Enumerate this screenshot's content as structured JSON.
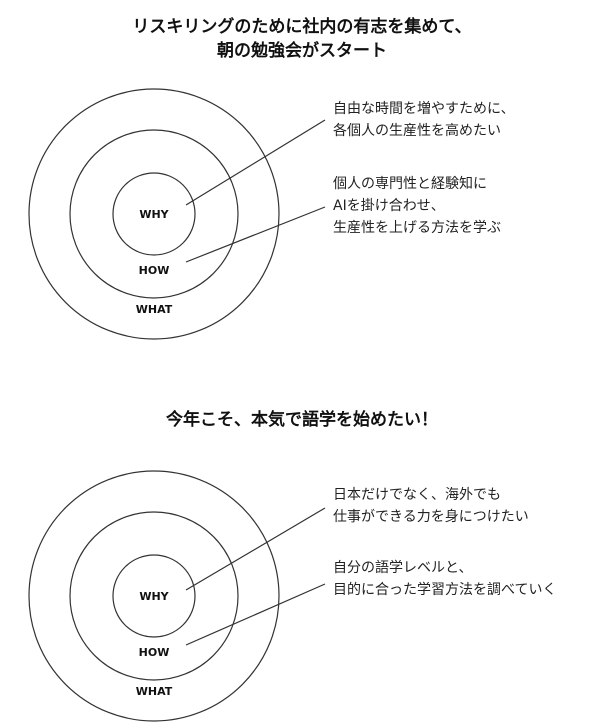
{
  "diagrams": [
    {
      "title_lines": [
        "リスキリングのために社内の有志を集めて、",
        "朝の勉強会がスタート"
      ],
      "labels": {
        "why": "WHY",
        "how": "HOW",
        "what": "WHAT"
      },
      "why_text": [
        "自由な時間を増やすために、",
        "各個人の生産性を高めたい"
      ],
      "how_text": [
        "個人の専門性と経験知に",
        "AIを掛け合わせ、",
        "生産性を上げる方法を学ぶ"
      ]
    },
    {
      "title_lines": [
        "今年こそ、本気で語学を始めたい！"
      ],
      "labels": {
        "why": "WHY",
        "how": "HOW",
        "what": "WHAT"
      },
      "why_text": [
        "日本だけでなく、海外でも",
        "仕事ができる力を身につけたい"
      ],
      "how_text": [
        "自分の語学レベルと、",
        "目的に合った学習方法を調べていく"
      ]
    }
  ]
}
